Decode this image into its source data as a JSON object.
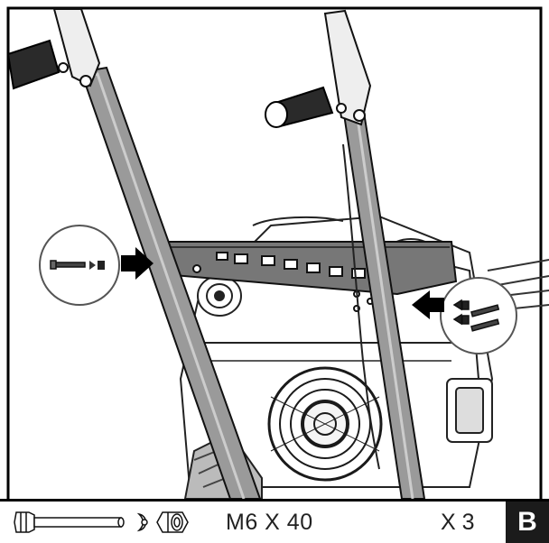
{
  "footer": {
    "spec": "M6 X 40",
    "quantity": "X 3",
    "step": "B"
  },
  "icons": [
    "bolt-icon",
    "lock-washer-icon",
    "nut-icon",
    "arrow-icon",
    "snowblower-handle-illustration"
  ]
}
